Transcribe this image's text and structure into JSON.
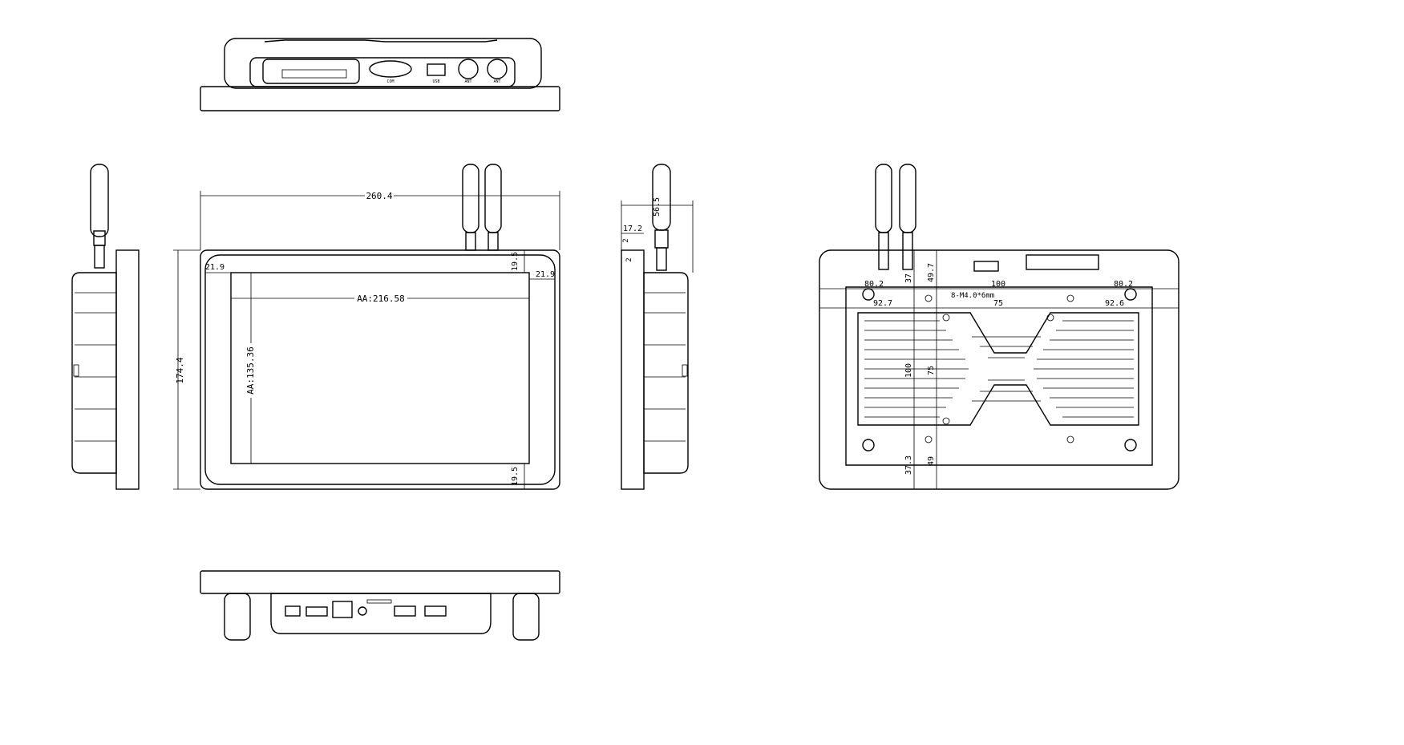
{
  "front_view": {
    "overall_width": "260.4",
    "overall_height": "174.4",
    "bezel_left": "21.9",
    "bezel_right": "21.9",
    "bezel_top": "19.5",
    "bezel_bottom": "19.5",
    "active_area_width": "AA:216.58",
    "active_area_height": "AA:135.36"
  },
  "side_view": {
    "total_depth": "56.5",
    "body_depth": "17.2",
    "step_a": "2",
    "step_b": "2"
  },
  "rear_view": {
    "vesa_note": "8-M4.0*6mm",
    "vesa_h": "100",
    "vesa_h_small": "75",
    "vesa_v": "100",
    "vesa_v_small": "75",
    "left_offset": "80.2",
    "right_offset": "80.2",
    "left_offset_small": "92.7",
    "right_offset_small": "92.6",
    "top_offset": "37",
    "top_offset_b": "49.7",
    "bottom_offset": "37.3",
    "bottom_offset_b": "49"
  },
  "top_view": {
    "port_db9": "COM",
    "port_usb": "USB",
    "port_ant1": "ANT",
    "port_ant2": "ANT"
  }
}
